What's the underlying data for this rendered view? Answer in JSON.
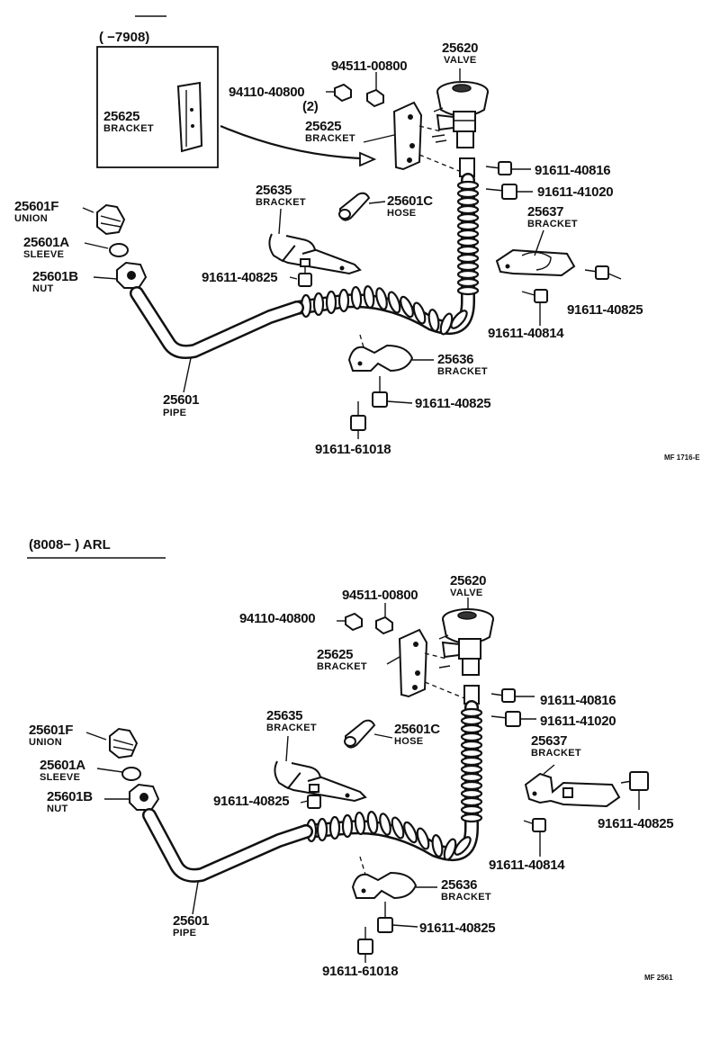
{
  "top": {
    "inset_range": "(      −7908)",
    "labels": {
      "p25620": "25620",
      "p25620_sub": "VALVE",
      "p94511": "94511-00800",
      "p94110": "94110-40800",
      "p94110_qty": "(2)",
      "p25625_inset": "25625",
      "p25625_inset_sub": "BRACKET",
      "p25625": "25625",
      "p25625_sub": "BRACKET",
      "p40816": "91611-40816",
      "p41020": "91611-41020",
      "p25635": "25635",
      "p25635_sub": "BRACKET",
      "p25601C": "25601C",
      "p25601C_sub": "HOSE",
      "p25637": "25637",
      "p25637_sub": "BRACKET",
      "p25601F": "25601F",
      "p25601F_sub": "UNION",
      "p25601A": "25601A",
      "p25601A_sub": "SLEEVE",
      "p25601B": "25601B",
      "p25601B_sub": "NUT",
      "p40825a": "91611-40825",
      "p40825b": "91611-40825",
      "p40814": "91611-40814",
      "p25636": "25636",
      "p25636_sub": "BRACKET",
      "p40825c": "91611-40825",
      "p25601": "25601",
      "p25601_sub": "PIPE",
      "p61018": "91611-61018"
    },
    "code": "MF 1716-E"
  },
  "bottom": {
    "range": "(8008−       ) ARL",
    "labels": {
      "p25620": "25620",
      "p25620_sub": "VALVE",
      "p94511": "94511-00800",
      "p94110": "94110-40800",
      "p25625": "25625",
      "p25625_sub": "BRACKET",
      "p40816": "91611-40816",
      "p41020": "91611-41020",
      "p25635": "25635",
      "p25635_sub": "BRACKET",
      "p25601C": "25601C",
      "p25601C_sub": "HOSE",
      "p25637": "25637",
      "p25637_sub": "BRACKET",
      "p25601F": "25601F",
      "p25601F_sub": "UNION",
      "p25601A": "25601A",
      "p25601A_sub": "SLEEVE",
      "p25601B": "25601B",
      "p25601B_sub": "NUT",
      "p40825a": "91611-40825",
      "p40825b": "91611-40825",
      "p40814": "91611-40814",
      "p25636": "25636",
      "p25636_sub": "BRACKET",
      "p40825c": "91611-40825",
      "p25601": "25601",
      "p25601_sub": "PIPE",
      "p61018": "91611-61018"
    },
    "code": "MF 2561"
  }
}
